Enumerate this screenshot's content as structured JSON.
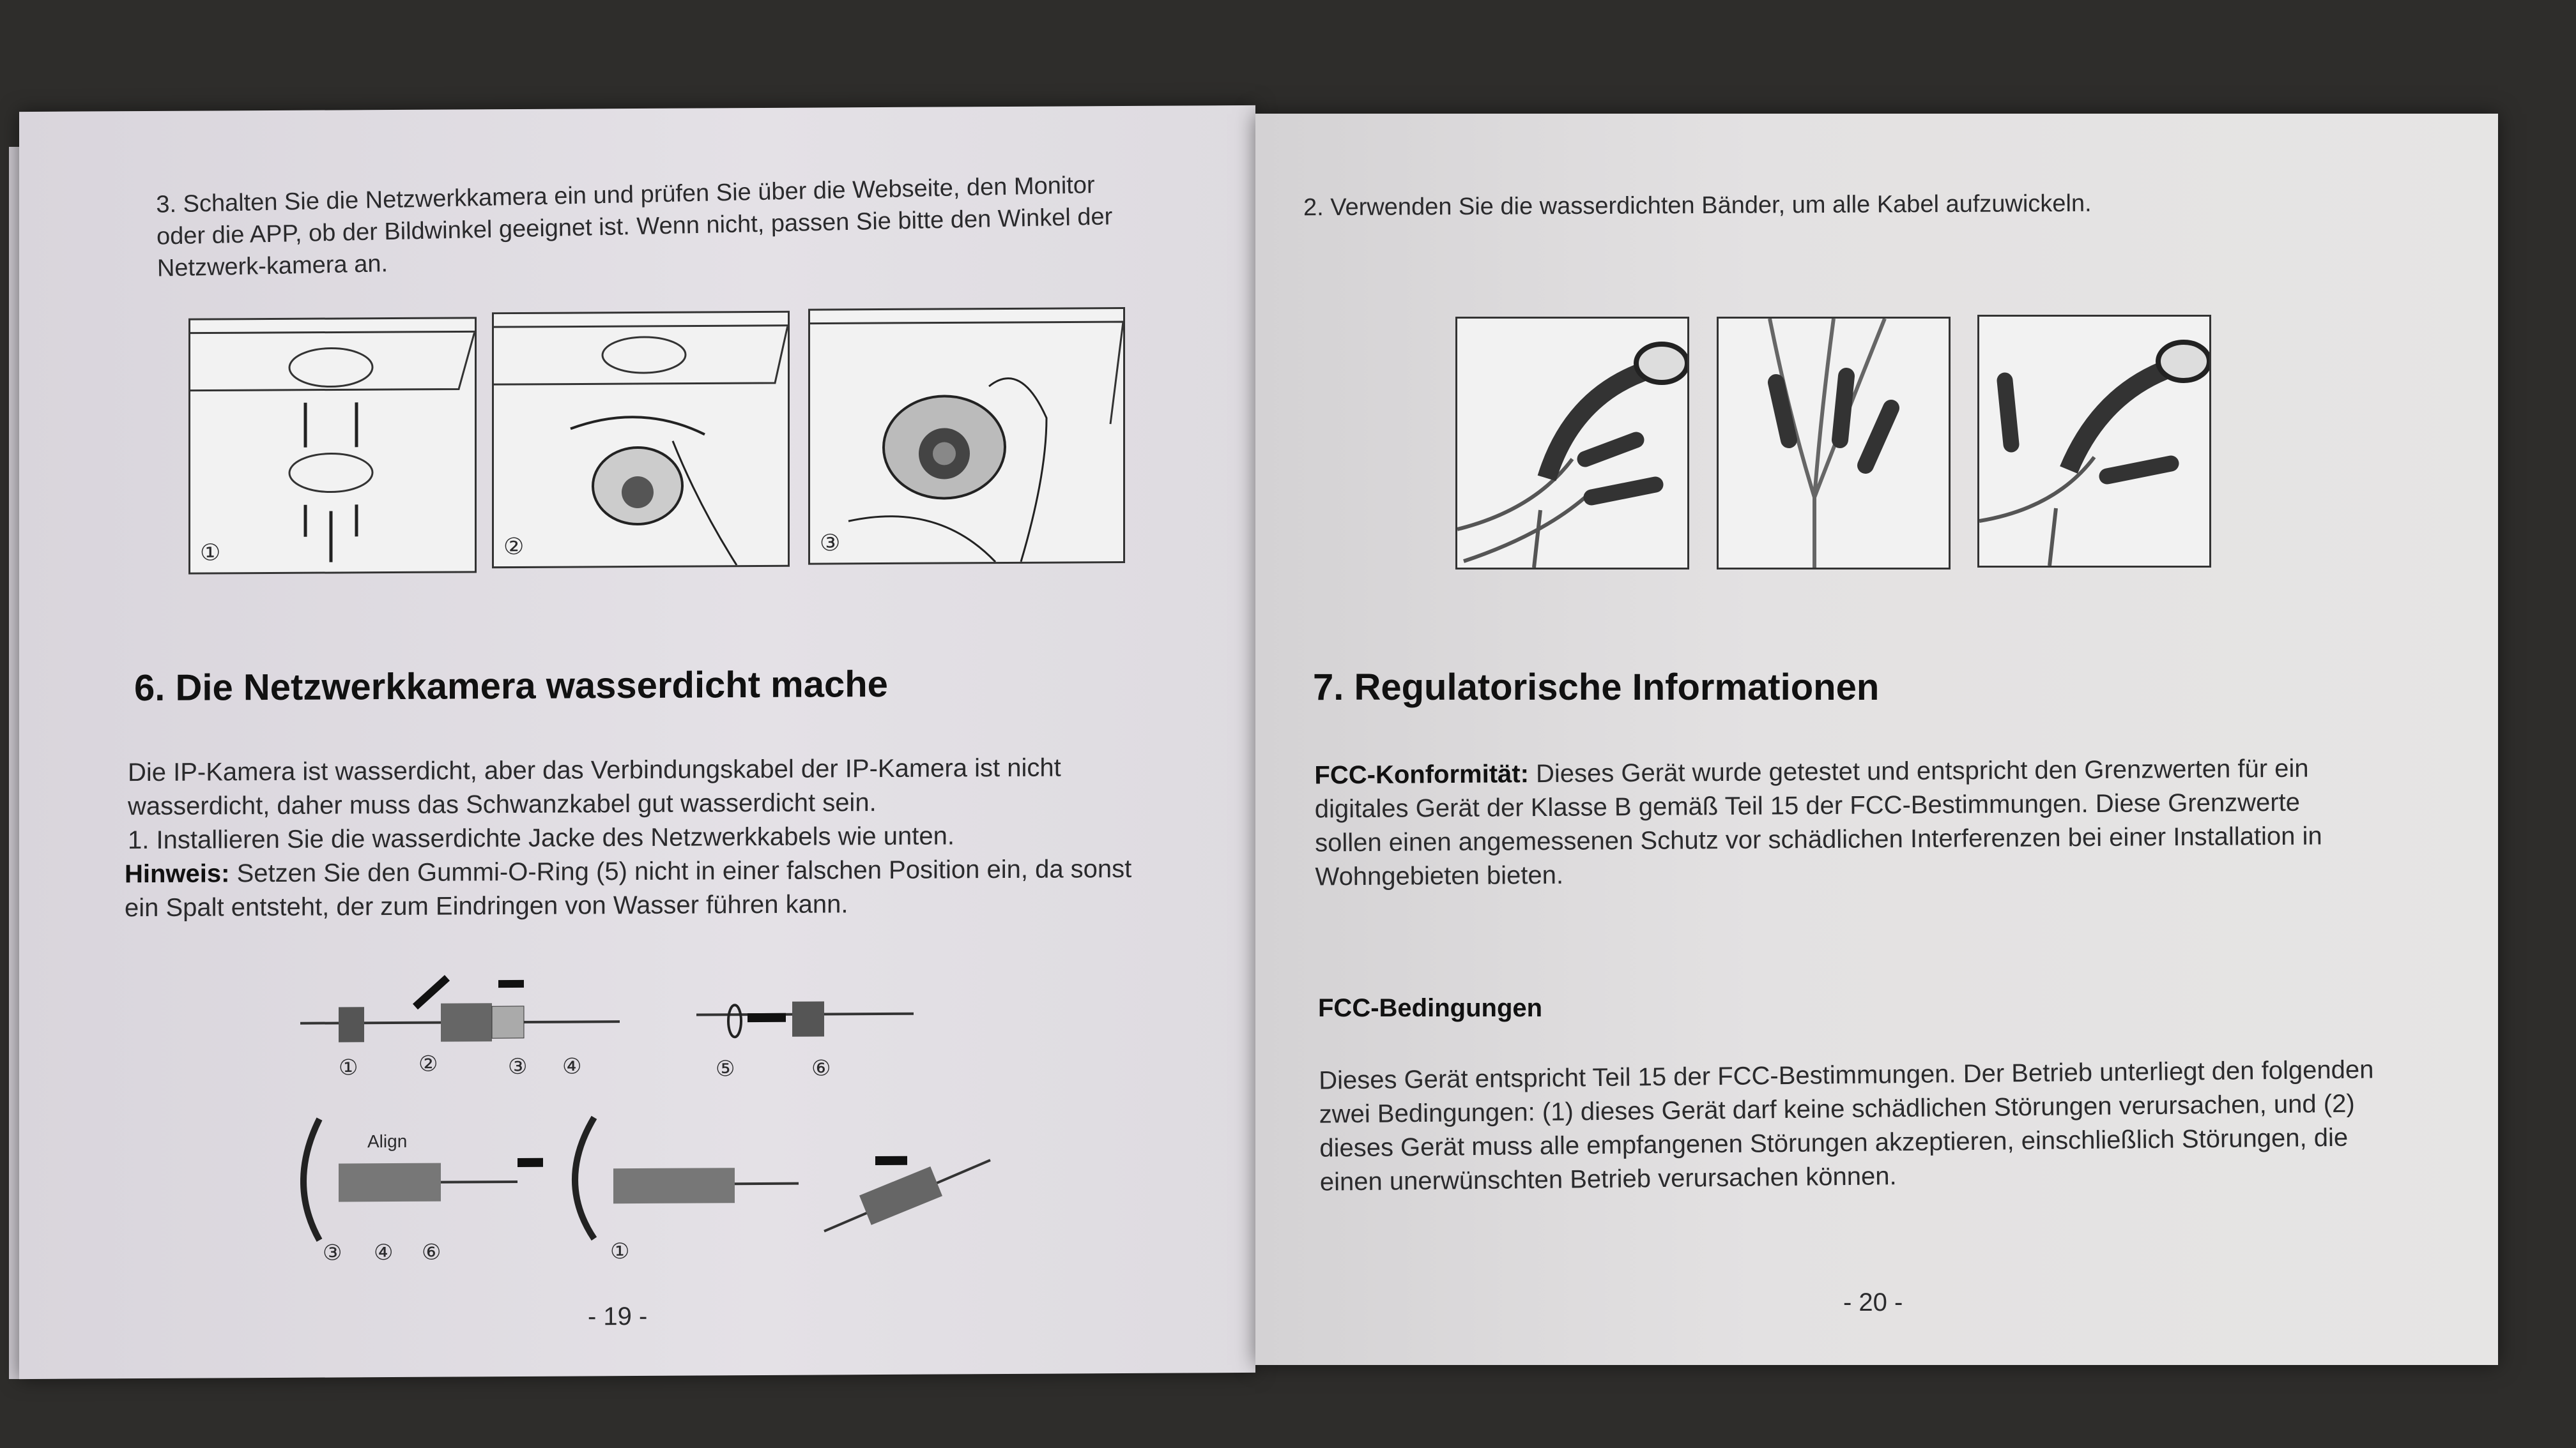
{
  "left_page": {
    "step3": "3. Schalten Sie die Netzwerkkamera ein und prüfen Sie über die Webseite, den Monitor\noder die APP, ob der Bildwinkel geeignet ist. Wenn nicht, passen Sie bitte den Winkel der\nNetzwerk-kamera an.",
    "figure_labels": [
      "①",
      "②",
      "③"
    ],
    "heading": "6. Die Netzwerkkamera wasserdicht mache",
    "paragraph": "Die IP-Kamera ist wasserdicht, aber das Verbindungskabel der IP-Kamera ist nicht\nwasserdicht, daher muss das Schwanzkabel gut wasserdicht sein.\n1. Installieren Sie die wasserdichte Jacke des Netzwerkkabels wie unten.",
    "note_label": "Hinweis:",
    "note_text": " Setzen Sie den Gummi-O-Ring (5) nicht in einer falschen Position ein, da sonst\nein Spalt entsteht, der zum Eindringen von Wasser führen kann.",
    "diagram_numbers_top": [
      "①",
      "②",
      "③",
      "④",
      "⑤",
      "⑥"
    ],
    "diagram_align_label": "Align",
    "diagram_numbers_bottom": [
      "③",
      "④",
      "⑥",
      "①"
    ],
    "page_number": "- 19 -"
  },
  "right_page": {
    "step2": "2. Verwenden Sie die wasserdichten Bänder, um alle Kabel aufzuwickeln.",
    "heading": "7. Regulatorische Informationen",
    "fcc_label": "FCC-Konformität:",
    "fcc_text": " Dieses Gerät wurde getestet und entspricht den Grenzwerten für ein\ndigitales Gerät der Klasse B gemäß Teil 15 der FCC-Bestimmungen. Diese Grenzwerte\nsollen einen angemessenen Schutz vor schädlichen Interferenzen bei  einer Installation in\nWohngebieten bieten.",
    "conditions_heading": "FCC-Bedingungen",
    "conditions_text": "Dieses Gerät entspricht Teil 15 der FCC-Bestimmungen. Der Betrieb unterliegt den folgenden\nzwei Bedingungen: (1) dieses Gerät darf keine schädlichen Störungen verursachen, und (2)\ndieses Gerät muss alle empfangenen Störungen akzeptieren, einschließlich Störungen, die\neinen unerwünschten Betrieb verursachen können.",
    "page_number": "- 20 -"
  }
}
